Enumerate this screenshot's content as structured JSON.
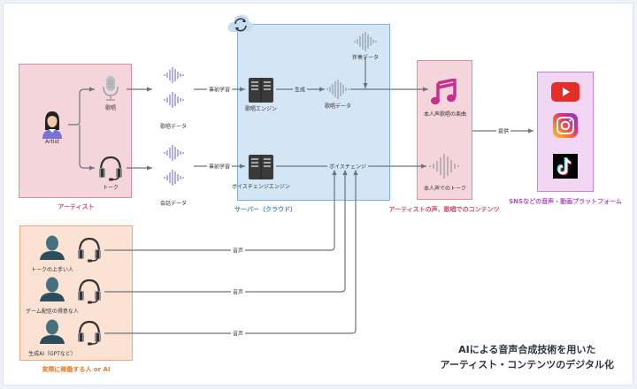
{
  "diagram": {
    "title_line1": "AIによる音声合成技術を用いた",
    "title_line2": "アーティスト・コンテンツのデジタル化",
    "groups": {
      "artist": {
        "caption": "アーティスト",
        "color": "#d9486b"
      },
      "server": {
        "caption": "サーバー（クラウド）",
        "color": "#3f8bd1"
      },
      "content": {
        "caption": "アーティストの声、歌唱でのコンテンツ",
        "color": "#d9486b"
      },
      "sns": {
        "caption": "SNSなどの音声・動画プラットフォーム",
        "color": "#b44fc8"
      },
      "people": {
        "caption": "実際に稼働する人 or AI",
        "color": "#e87a2e"
      }
    },
    "nodes": {
      "artist": "Artist",
      "singing": "歌唱",
      "talk": "トーク",
      "singing_data": "歌唱データ",
      "conversation_data": "会話データ",
      "singing_engine": "歌唱エンジン",
      "voice_change_engine": "ボイスチェンジエンジン",
      "accompaniment_data": "伴奏データ",
      "generated_singing_data": "歌唱データ",
      "voice_change": "ボイスチェンジ",
      "song_output": "本人声歌唱の楽曲",
      "talk_output": "本人声でのトーク",
      "person_talker": "トークの上手い人",
      "person_gamer": "ゲーム配信の得意な人",
      "person_ai": "生成AI（GPTなど）"
    },
    "edges": {
      "pretrain_1": "事前学習",
      "pretrain_2": "事前学習",
      "generate": "生成",
      "provide": "提供",
      "voice_1": "音声",
      "voice_2": "音声",
      "voice_3": "音声"
    },
    "icons": {
      "sync": "sync-icon",
      "youtube": "youtube-icon",
      "instagram": "instagram-icon",
      "tiktok": "tiktok-icon"
    }
  }
}
